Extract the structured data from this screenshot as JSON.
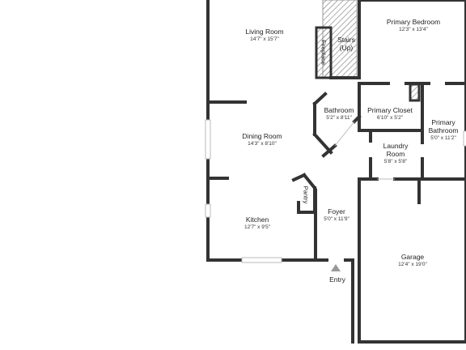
{
  "rooms": {
    "living_room": {
      "name": "Living Room",
      "dim": "14'7\" x 15'7\""
    },
    "stairs": {
      "name": "Stairs",
      "note": "(Up)"
    },
    "fireplace": {
      "name": "Fireplace"
    },
    "primary_bedroom": {
      "name": "Primary Bedroom",
      "dim": "12'3\" x 13'4\""
    },
    "bathroom": {
      "name": "Bathroom",
      "dim": "5'2\" x 8'11\""
    },
    "primary_closet": {
      "name": "Primary Closet",
      "dim": "6'10\" x 5'2\""
    },
    "primary_bathroom": {
      "name_line1": "Primary",
      "name_line2": "Bathroom",
      "dim": "5'0\" x 11'2\""
    },
    "dining_room": {
      "name": "Dining Room",
      "dim": "14'3\" x 8'10\""
    },
    "laundry_room": {
      "name_line1": "Laundry",
      "name_line2": "Room",
      "dim": "5'8\" x 5'8\""
    },
    "pantry": {
      "name": "Pantry"
    },
    "foyer": {
      "name": "Foyer",
      "dim": "5'0\" x 11'9\""
    },
    "kitchen": {
      "name": "Kitchen",
      "dim": "12'7\" x 9'5\""
    },
    "garage": {
      "name": "Garage",
      "dim": "12'4\" x 19'0\""
    }
  },
  "entry": {
    "label": "Entry"
  },
  "colors": {
    "wall": "#333333",
    "window": "#bbbbbb",
    "hatch": "#888888",
    "marker": "#999999"
  }
}
